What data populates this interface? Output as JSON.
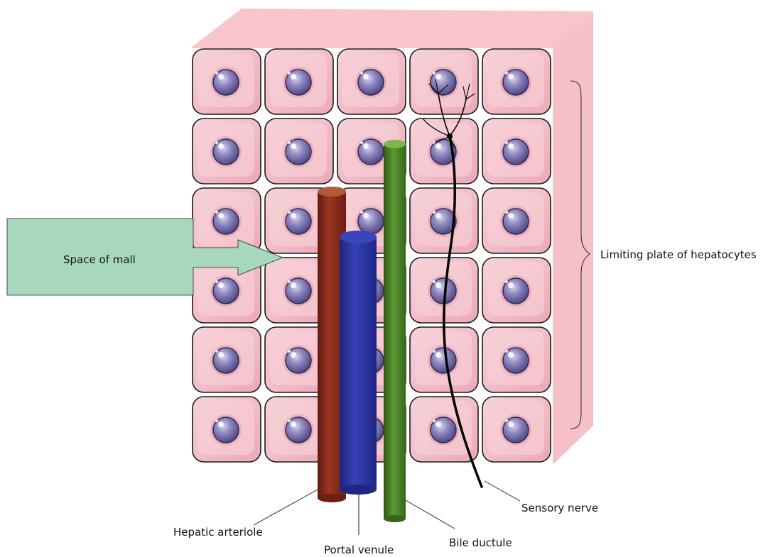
{
  "diagram": {
    "labels": {
      "space_of_mall": "Space of mall",
      "limiting_plate": "Limiting plate of hepatocytes",
      "hepatic_arteriole": "Hepatic arteriole",
      "portal_venule": "Portal venule",
      "bile_ductule": "Bile ductule",
      "sensory_nerve": "Sensory nerve"
    },
    "grid": {
      "rows": 6,
      "columns": 5
    },
    "colors": {
      "block_side": "#f8c4c8",
      "cell_fill": "#f2bfc8",
      "cell_inner": "#f6cfd6",
      "cell_outline": "#1a1a1a",
      "nucleus": "#8d87c0",
      "nucleus_dark": "#5d558f",
      "hepatic_arteriole": "#8a2b1c",
      "portal_venule": "#2b34a3",
      "bile_ductule": "#4f8a2a",
      "arrow_fill": "#a8d8bb",
      "nerve": "#000000"
    }
  }
}
